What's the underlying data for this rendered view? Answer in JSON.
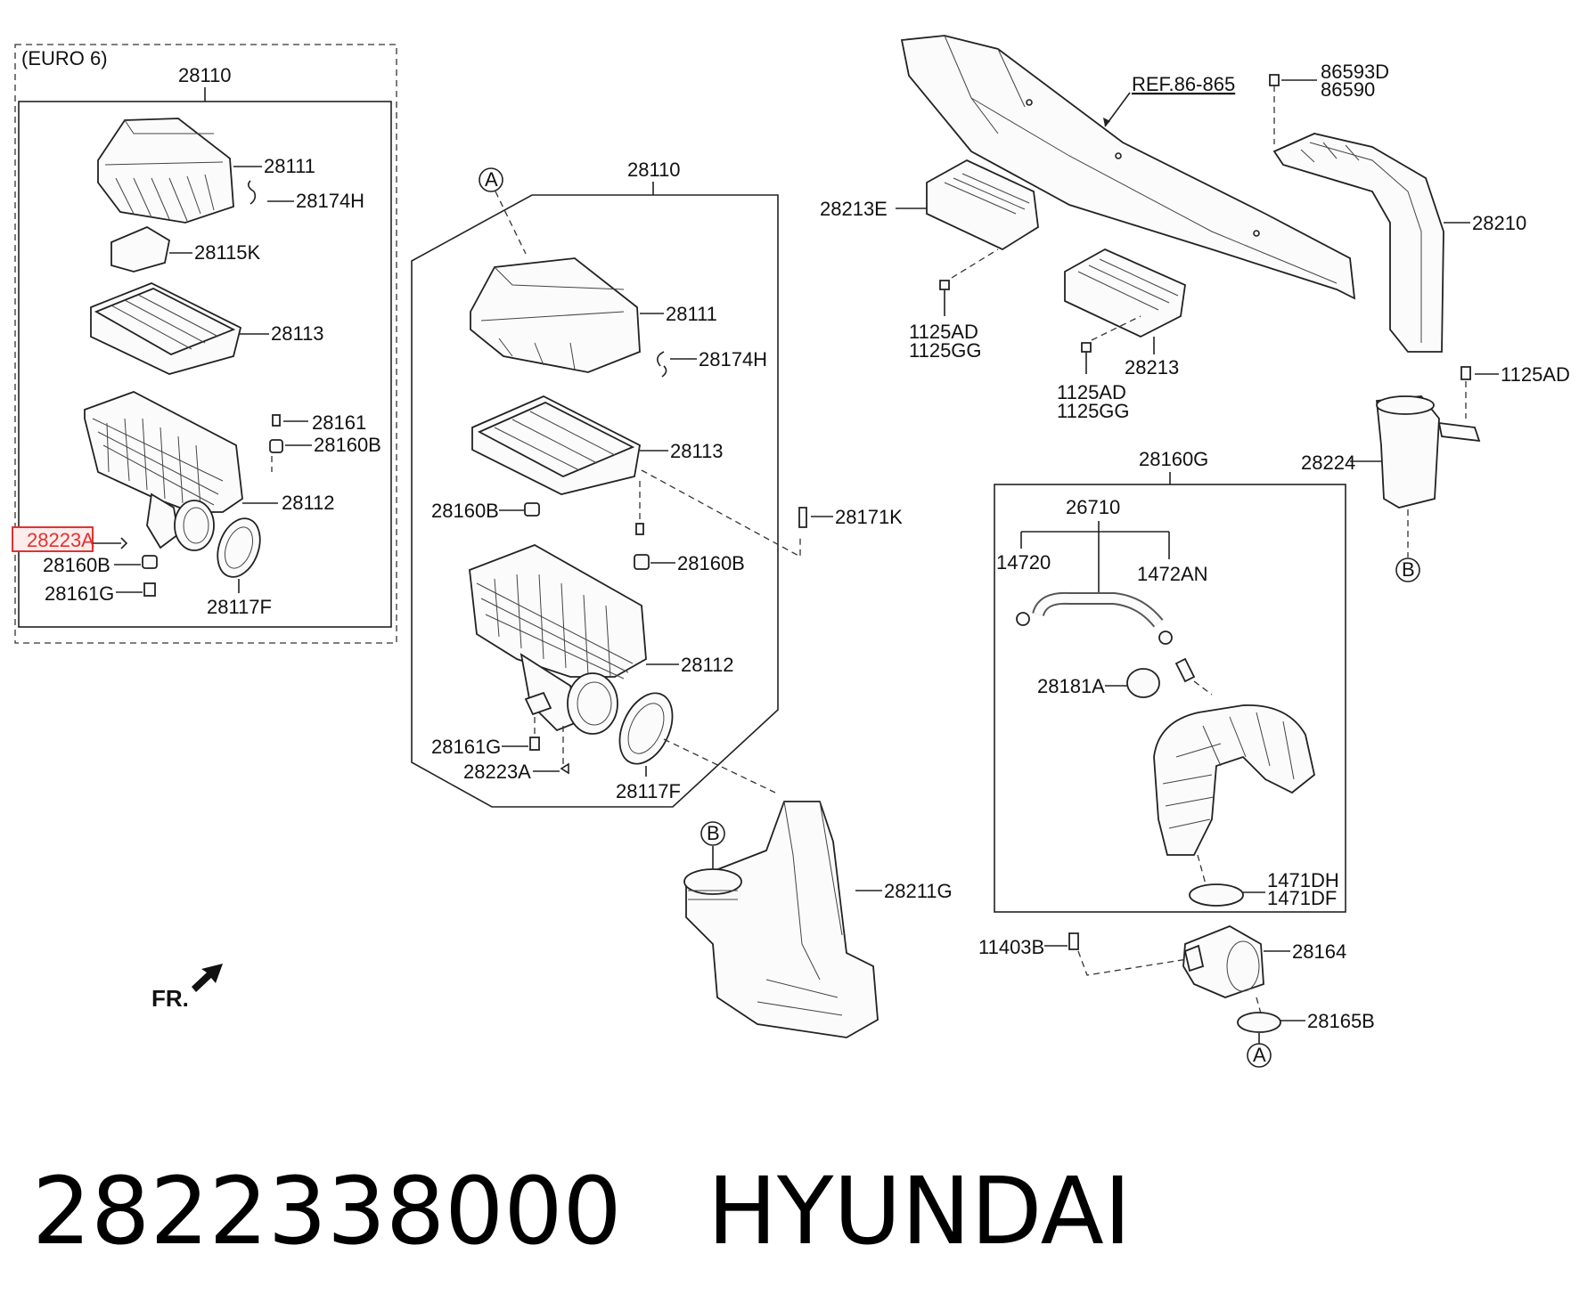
{
  "diagram": {
    "variant_label": "(EURO 6)",
    "ref_label": "REF.86-865",
    "front_marker": "FR.",
    "callouts": [
      "A",
      "B"
    ],
    "left_box": {
      "assembly": "28110",
      "parts": {
        "cover": "28111",
        "clip": "28174H",
        "bracket": "28115K",
        "filter": "28113",
        "grommet_top": "28161",
        "mount": "28160B",
        "body": "28112",
        "highlighted_bolt": "28223A",
        "mount_lower": "28160B",
        "grommet_lower": "28161G",
        "seal": "28117F"
      }
    },
    "center_box": {
      "assembly": "28110",
      "parts": {
        "cover": "28111",
        "clip": "28174H",
        "filter": "28113",
        "mount_left": "28160B",
        "bolt": "28171K",
        "mount_right": "28160B",
        "body": "28112",
        "grommet": "28161G",
        "bolt_lower": "28223A",
        "seal": "28117F"
      }
    },
    "intake": {
      "duct_upper": "28213E",
      "bolt_a_1": "1125AD",
      "bolt_a_2": "1125GG",
      "duct_mid": "28213",
      "bolt_b_1": "1125AD",
      "bolt_b_2": "1125GG",
      "clip_1": "86593D",
      "clip_2": "86590",
      "snorkel": "28210",
      "bolt_right": "1125AD",
      "connector": "28224",
      "resonator": "28211G"
    },
    "hose_box": {
      "assembly": "28160G",
      "breather": "26710",
      "clamp_left": "14720",
      "clamp_right": "1472AN",
      "clamp": "28181A",
      "clamp_lower_1": "1471DH",
      "clamp_lower_2": "1471DF",
      "bolt": "11403B",
      "sensor": "28164",
      "oring": "28165B"
    }
  },
  "footer": {
    "part_number": "2822338000",
    "brand": "HYUNDAI"
  },
  "colors": {
    "line": "#222222",
    "highlight": "#e0332f",
    "highlight_fill": "#fdecec"
  }
}
